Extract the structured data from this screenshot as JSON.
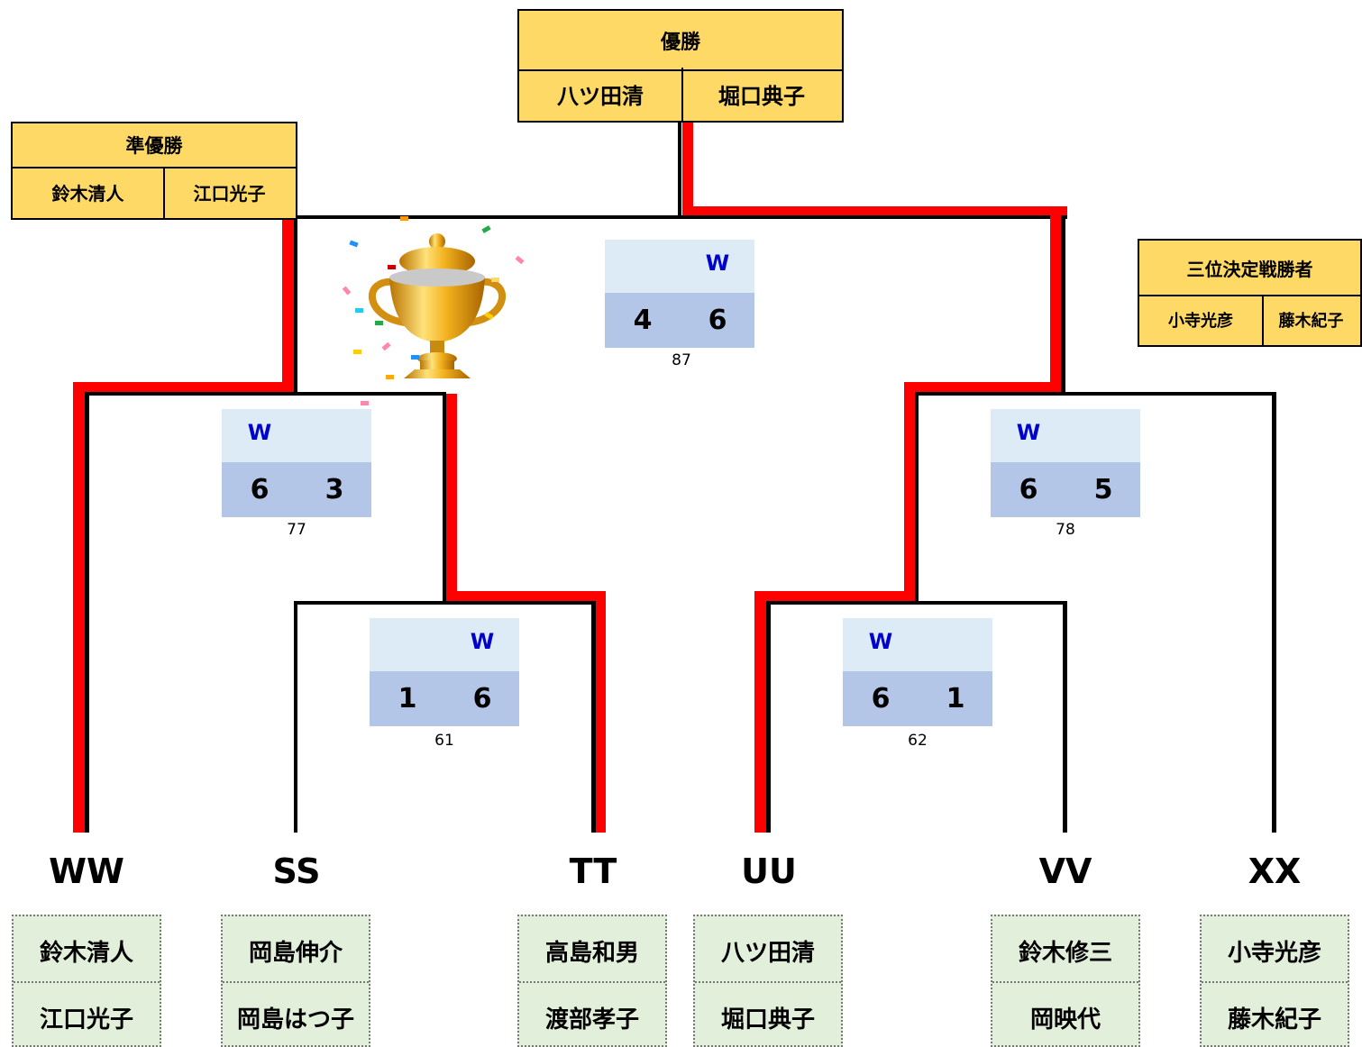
{
  "champion": {
    "title": "優勝",
    "players": [
      "八ツ田清",
      "堀口典子"
    ]
  },
  "runner_up": {
    "title": "準優勝",
    "players": [
      "鈴木清人",
      "江口光子"
    ]
  },
  "third_place": {
    "title": "三位決定戦勝者",
    "players": [
      "小寺光彦",
      "藤木紀子"
    ]
  },
  "matches": {
    "final": {
      "w": "W",
      "left": "4",
      "right": "6",
      "no": "87"
    },
    "semi_left": {
      "w": "W",
      "left": "6",
      "right": "3",
      "no": "77"
    },
    "semi_right": {
      "w": "W",
      "left": "6",
      "right": "5",
      "no": "78"
    },
    "qf_left": {
      "w": "W",
      "left": "1",
      "right": "6",
      "no": "61"
    },
    "qf_right": {
      "w": "W",
      "left": "6",
      "right": "1",
      "no": "62"
    }
  },
  "teams": [
    {
      "code": "WW",
      "players": [
        "鈴木清人",
        "江口光子"
      ]
    },
    {
      "code": "SS",
      "players": [
        "岡島伸介",
        "岡島はつ子"
      ]
    },
    {
      "code": "TT",
      "players": [
        "高島和男",
        "渡部孝子"
      ]
    },
    {
      "code": "UU",
      "players": [
        "八ツ田清",
        "堀口典子"
      ]
    },
    {
      "code": "VV",
      "players": [
        "鈴木修三",
        "岡映代"
      ]
    },
    {
      "code": "XX",
      "players": [
        "小寺光彦",
        "藤木紀子"
      ]
    }
  ],
  "colors": {
    "winner_box": "#ffd966",
    "score_top": "#ddebf7",
    "score_bottom": "#b4c6e7",
    "player_box": "#e2efda",
    "win_path": "#ff0000",
    "w_mark": "#0000cc"
  },
  "icons": [
    "trophy-icon"
  ]
}
